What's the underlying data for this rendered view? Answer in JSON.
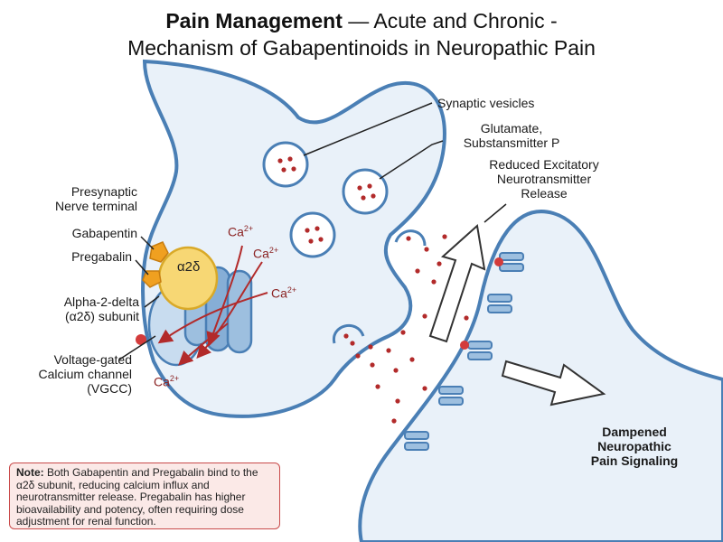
{
  "title": {
    "bold": "Pain Management",
    "rest_line1": " — Acute and Chronic -",
    "line2": "Mechanism of Gabapentinoids in Neuropathic Pain"
  },
  "labels": {
    "presynaptic_1": "Presynaptic",
    "presynaptic_2": "Nerve terminal",
    "gabapentin": "Gabapentin",
    "pregabalin": "Pregabalin",
    "a2d_sub_1": "Alpha-2-delta",
    "a2d_sub_2": "(α2δ) subunit",
    "vgcc_1": "Voltage-gated",
    "vgcc_2": "Calcium channel",
    "vgcc_3": "(VGCC)",
    "a2d_symbol": "α2δ",
    "vesicles": "Synaptic vesicles",
    "glut_1": "Glutamate,",
    "glut_2": "Substansmitter P",
    "reduced_1": "Reduced Excitatory",
    "reduced_2": "Neurotransmitter",
    "reduced_3": "Release",
    "dampened_1": "Dampened",
    "dampened_2": "Neuropathic",
    "dampened_3": "Pain Signaling"
  },
  "calcium": {
    "base": "Ca",
    "charge": "2+"
  },
  "note": {
    "bold": "Note:",
    "text": " Both Gabapentin and Pregabalin bind to the α2δ subunit, reducing calcium influx and neurotransmitter release. Pregabalin has higher bioavailability and potency, often requiring dose adjustment for renal function."
  },
  "colors": {
    "membrane": "#4a7fb5",
    "cytoplasm": "#e9f1f9",
    "channel": "#9dbfdf",
    "channel_dark": "#5f8fbf",
    "alpha2delta": "#f7d774",
    "drug": "#f0a020",
    "calcium": "#b22a2a",
    "note_bg": "#fbe9e7",
    "note_border": "#c94a4a"
  }
}
